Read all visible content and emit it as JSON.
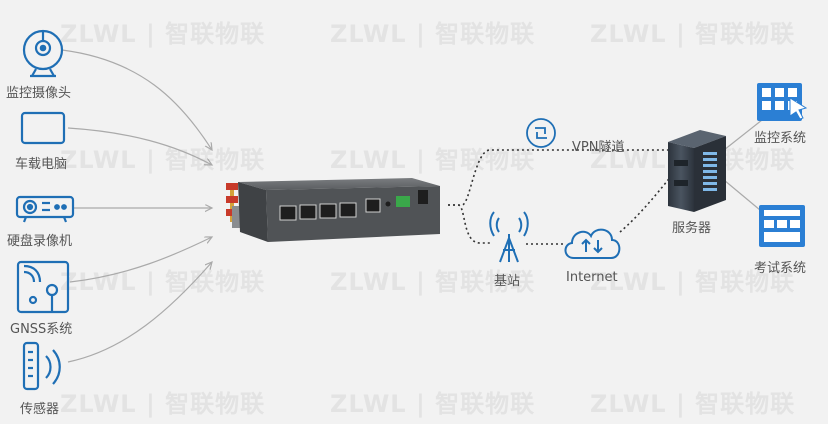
{
  "watermark": "ZLWL | 智联物联",
  "devices": {
    "camera": "监控摄像头",
    "car_terminal": "车载电脑",
    "nvr": "硬盘录像机",
    "gnss": "GNSS系统",
    "sensor": "传感器"
  },
  "network": {
    "vpn": "VPN隧道",
    "base_station": "基站",
    "internet": "Internet"
  },
  "server": "服务器",
  "systems": {
    "monitoring": "监控系统",
    "exam": "考试系统"
  },
  "colors": {
    "device_icon": "#1f6fb5",
    "system_icon": "#2b7fd4",
    "server_body": "#3b4450",
    "router_body": "#595c5e",
    "link_line": "#aaaaaa",
    "dotted_line": "#333333"
  }
}
